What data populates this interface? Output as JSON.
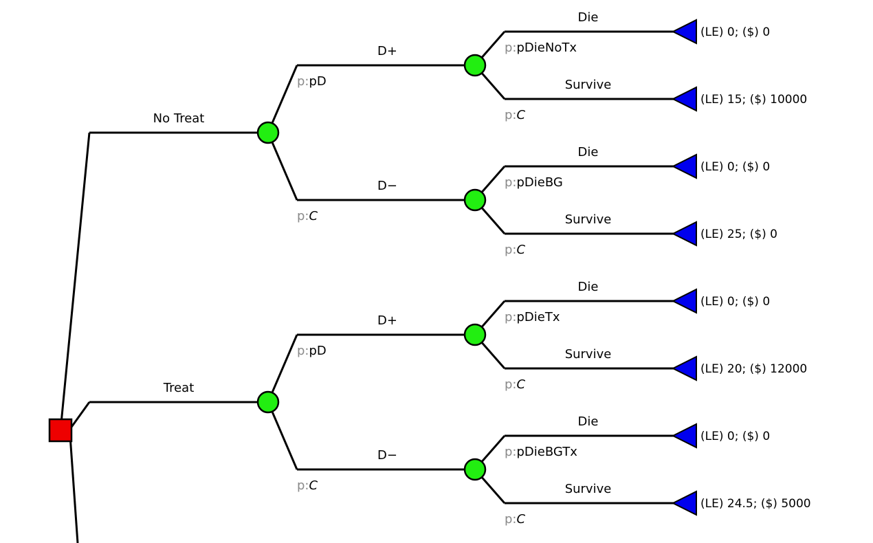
{
  "tree": {
    "decision": {
      "branches": [
        {
          "label": "No Treat",
          "chance": {
            "branches": [
              {
                "label": "D+",
                "p_prefix": "p:",
                "p_value": "pD",
                "chance": {
                  "branches": [
                    {
                      "label": "Die",
                      "p_prefix": "p:",
                      "p_value": "pDieNoTx",
                      "payoff": "(LE) 0; ($) 0"
                    },
                    {
                      "label": "Survive",
                      "p_prefix": "p:",
                      "p_complement": "C",
                      "payoff": "(LE) 15; ($) 10000"
                    }
                  ]
                }
              },
              {
                "label": "D−",
                "p_prefix": "p:",
                "p_complement": "C",
                "chance": {
                  "branches": [
                    {
                      "label": "Die",
                      "p_prefix": "p:",
                      "p_value": "pDieBG",
                      "payoff": "(LE) 0; ($) 0"
                    },
                    {
                      "label": "Survive",
                      "p_prefix": "p:",
                      "p_complement": "C",
                      "payoff": "(LE) 25; ($) 0"
                    }
                  ]
                }
              }
            ]
          }
        },
        {
          "label": "Treat",
          "chance": {
            "branches": [
              {
                "label": "D+",
                "p_prefix": "p:",
                "p_value": "pD",
                "chance": {
                  "branches": [
                    {
                      "label": "Die",
                      "p_prefix": "p:",
                      "p_value": "pDieTx",
                      "payoff": "(LE) 0; ($) 0"
                    },
                    {
                      "label": "Survive",
                      "p_prefix": "p:",
                      "p_complement": "C",
                      "payoff": "(LE) 20; ($) 12000"
                    }
                  ]
                }
              },
              {
                "label": "D−",
                "p_prefix": "p:",
                "p_complement": "C",
                "chance": {
                  "branches": [
                    {
                      "label": "Die",
                      "p_prefix": "p:",
                      "p_value": "pDieBGTx",
                      "payoff": "(LE) 0; ($) 0"
                    },
                    {
                      "label": "Survive",
                      "p_prefix": "p:",
                      "p_complement": "C",
                      "payoff": "(LE) 24.5; ($) 5000"
                    }
                  ]
                }
              }
            ]
          }
        }
      ]
    }
  },
  "colors": {
    "decision_node": "#ee0000",
    "chance_node": "#22ee11",
    "terminal_node": "#0000ee",
    "probability_prefix": "#8a8a8a"
  }
}
